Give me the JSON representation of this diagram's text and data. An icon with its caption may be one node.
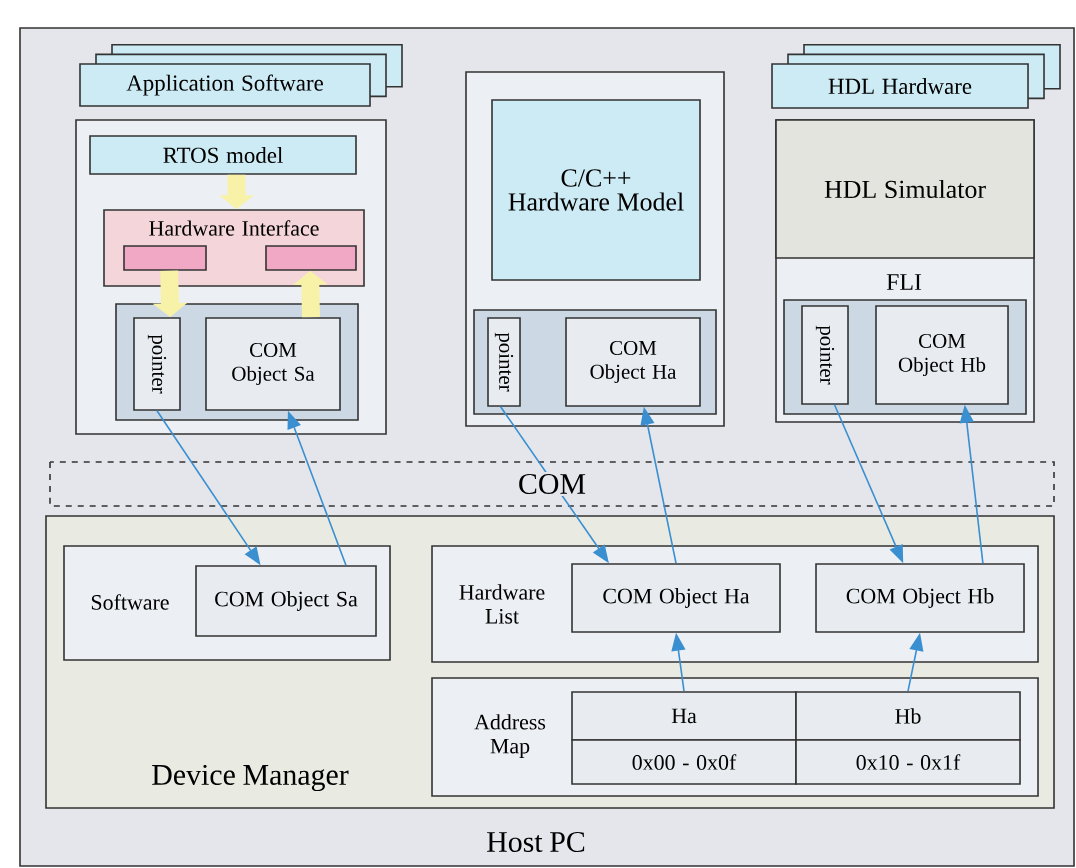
{
  "diagram": {
    "nodes": [
      {
        "text": [
          "Host PC"
        ]
      },
      {
        "text": [
          "Application Software"
        ],
        "in": 0
      },
      {
        "text": [],
        "shape": "box",
        "in": 0
      },
      {
        "text": [
          "RTOS model"
        ],
        "in": 2
      },
      {
        "text": [
          "Hardware Interface"
        ],
        "in": 2
      },
      {
        "text": [],
        "shape": "box",
        "in": 4
      },
      {
        "text": [],
        "shape": "box",
        "in": 4
      },
      {
        "text": [],
        "shape": "box",
        "in": 2
      },
      {
        "text": [
          "pointer"
        ],
        "in": 7
      },
      {
        "text": [
          "COM Object Sa"
        ],
        "in": 7
      },
      {
        "text": [],
        "shape": "box",
        "in": 0
      },
      {
        "text": [
          "C/C++ Hardware Model"
        ],
        "in": 10
      },
      {
        "text": [],
        "shape": "box",
        "in": 10
      },
      {
        "text": [
          "pointer"
        ],
        "in": 12
      },
      {
        "text": [
          "COM Object Ha"
        ],
        "in": 12
      },
      {
        "text": [
          "HDL Hardware"
        ],
        "in": 0
      },
      {
        "text": [
          "FLI"
        ],
        "in": 0
      },
      {
        "text": [
          "HDL Simulator"
        ],
        "in": 16
      },
      {
        "text": [],
        "shape": "box",
        "in": 16
      },
      {
        "text": [
          "pointer"
        ],
        "in": 18
      },
      {
        "text": [
          "COM Object Hb"
        ],
        "in": 18
      },
      {
        "text": [
          "Device Manager"
        ],
        "in": 0
      },
      {
        "text": [
          "Software"
        ],
        "in": 21
      },
      {
        "text": [
          "COM Object Sa"
        ],
        "in": 22
      },
      {
        "text": [
          "Hardware List"
        ],
        "in": 21
      },
      {
        "text": [
          "COM Object Ha"
        ],
        "in": 24
      },
      {
        "text": [
          "COM Object Hb"
        ],
        "in": 24
      },
      {
        "text": [
          "Address Map"
        ],
        "in": 21
      },
      {
        "text": [
          "Ha"
        ],
        "in": 27
      },
      {
        "text": [
          "Hb"
        ],
        "in": 27
      },
      {
        "text": [
          "0x00 - 0x0f"
        ],
        "in": 27
      },
      {
        "text": [
          "0x10 - 0x1f"
        ],
        "in": 27
      }
    ],
    "edges": [
      {
        "from": 8,
        "to": 23,
        "arrow": "to"
      },
      {
        "from": 23,
        "to": 9,
        "arrow": "to"
      },
      {
        "from": 13,
        "to": 25,
        "arrow": "to"
      },
      {
        "from": 25,
        "to": 14,
        "arrow": "to"
      },
      {
        "from": 19,
        "to": 26,
        "arrow": "to"
      },
      {
        "from": 26,
        "to": 20,
        "arrow": "to"
      },
      {
        "from": 28,
        "to": 25,
        "arrow": "to"
      },
      {
        "from": 29,
        "to": 26,
        "arrow": "to"
      },
      {
        "from": 3,
        "to": 4,
        "arrow": "to",
        "style": "thick",
        "color": "#f7f2a8"
      },
      {
        "from": 5,
        "to": 8,
        "arrow": "to",
        "style": "thick",
        "color": "#f7f2a8"
      },
      {
        "from": 9,
        "to": 6,
        "arrow": "to",
        "style": "thick",
        "color": "#f7f2a8"
      }
    ],
    "labels": [
      "COM"
    ]
  }
}
